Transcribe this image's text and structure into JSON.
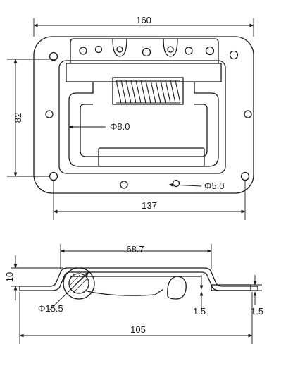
{
  "top_view": {
    "overall_width": "160",
    "height": "82",
    "cutout_width": "137",
    "handle_bar_diameter": "Φ8.0",
    "hole_diameter": "Φ5.0"
  },
  "side_view": {
    "top_width": "68.7",
    "depth": "10",
    "bar_diameter": "Φ15.5",
    "flange_thickness_left": "1.5",
    "flange_thickness_right": "1.5",
    "overall_width": "105"
  }
}
